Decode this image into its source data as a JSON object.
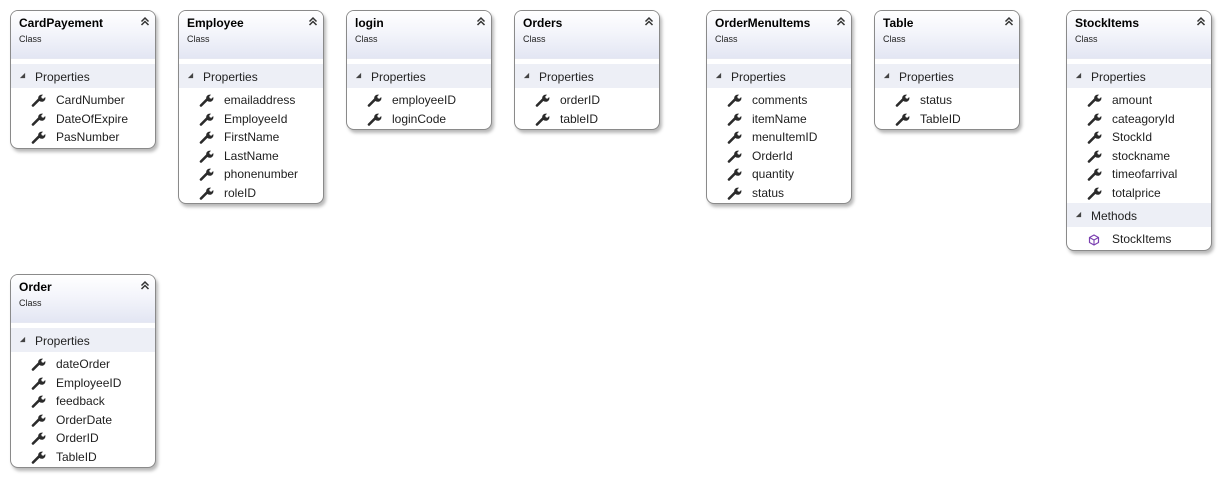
{
  "classes": [
    {
      "id": "cardpayement",
      "name": "CardPayement",
      "kind": "Class",
      "sections": [
        {
          "title": "Properties",
          "type": "properties",
          "members": [
            "CardNumber",
            "DateOfExpire",
            "PasNumber"
          ]
        }
      ]
    },
    {
      "id": "employee",
      "name": "Employee",
      "kind": "Class",
      "sections": [
        {
          "title": "Properties",
          "type": "properties",
          "members": [
            "emailaddress",
            "EmployeeId",
            "FirstName",
            "LastName",
            "phonenumber",
            "roleID"
          ]
        }
      ]
    },
    {
      "id": "login",
      "name": "login",
      "kind": "Class",
      "sections": [
        {
          "title": "Properties",
          "type": "properties",
          "members": [
            "employeeID",
            "loginCode"
          ]
        }
      ]
    },
    {
      "id": "orders",
      "name": "Orders",
      "kind": "Class",
      "sections": [
        {
          "title": "Properties",
          "type": "properties",
          "members": [
            "orderID",
            "tableID"
          ]
        }
      ]
    },
    {
      "id": "ordermenuitems",
      "name": "OrderMenuItems",
      "kind": "Class",
      "sections": [
        {
          "title": "Properties",
          "type": "properties",
          "members": [
            "comments",
            "itemName",
            "menuItemID",
            "OrderId",
            "quantity",
            "status"
          ]
        }
      ]
    },
    {
      "id": "table",
      "name": "Table",
      "kind": "Class",
      "sections": [
        {
          "title": "Properties",
          "type": "properties",
          "members": [
            "status",
            "TableID"
          ]
        }
      ]
    },
    {
      "id": "stockitems",
      "name": "StockItems",
      "kind": "Class",
      "sections": [
        {
          "title": "Properties",
          "type": "properties",
          "members": [
            "amount",
            "cateagoryId",
            "StockId",
            "stockname",
            "timeofarrival",
            "totalprice"
          ]
        },
        {
          "title": "Methods",
          "type": "methods",
          "members": [
            "StockItems"
          ]
        }
      ]
    },
    {
      "id": "order",
      "name": "Order",
      "kind": "Class",
      "sections": [
        {
          "title": "Properties",
          "type": "properties",
          "members": [
            "dateOrder",
            "EmployeeID",
            "feedback",
            "OrderDate",
            "OrderID",
            "TableID"
          ]
        }
      ]
    }
  ],
  "icons": {
    "property": "wrench-icon",
    "method": "method-cube-icon",
    "collapse": "double-chevron-up-icon",
    "section_toggle": "triangle-collapse-icon"
  },
  "colors": {
    "header_gradient_end": "#e3e6f3",
    "section_bg": "#edeff6",
    "method_icon": "#7a3fb0",
    "border": "#8a8a8a"
  }
}
